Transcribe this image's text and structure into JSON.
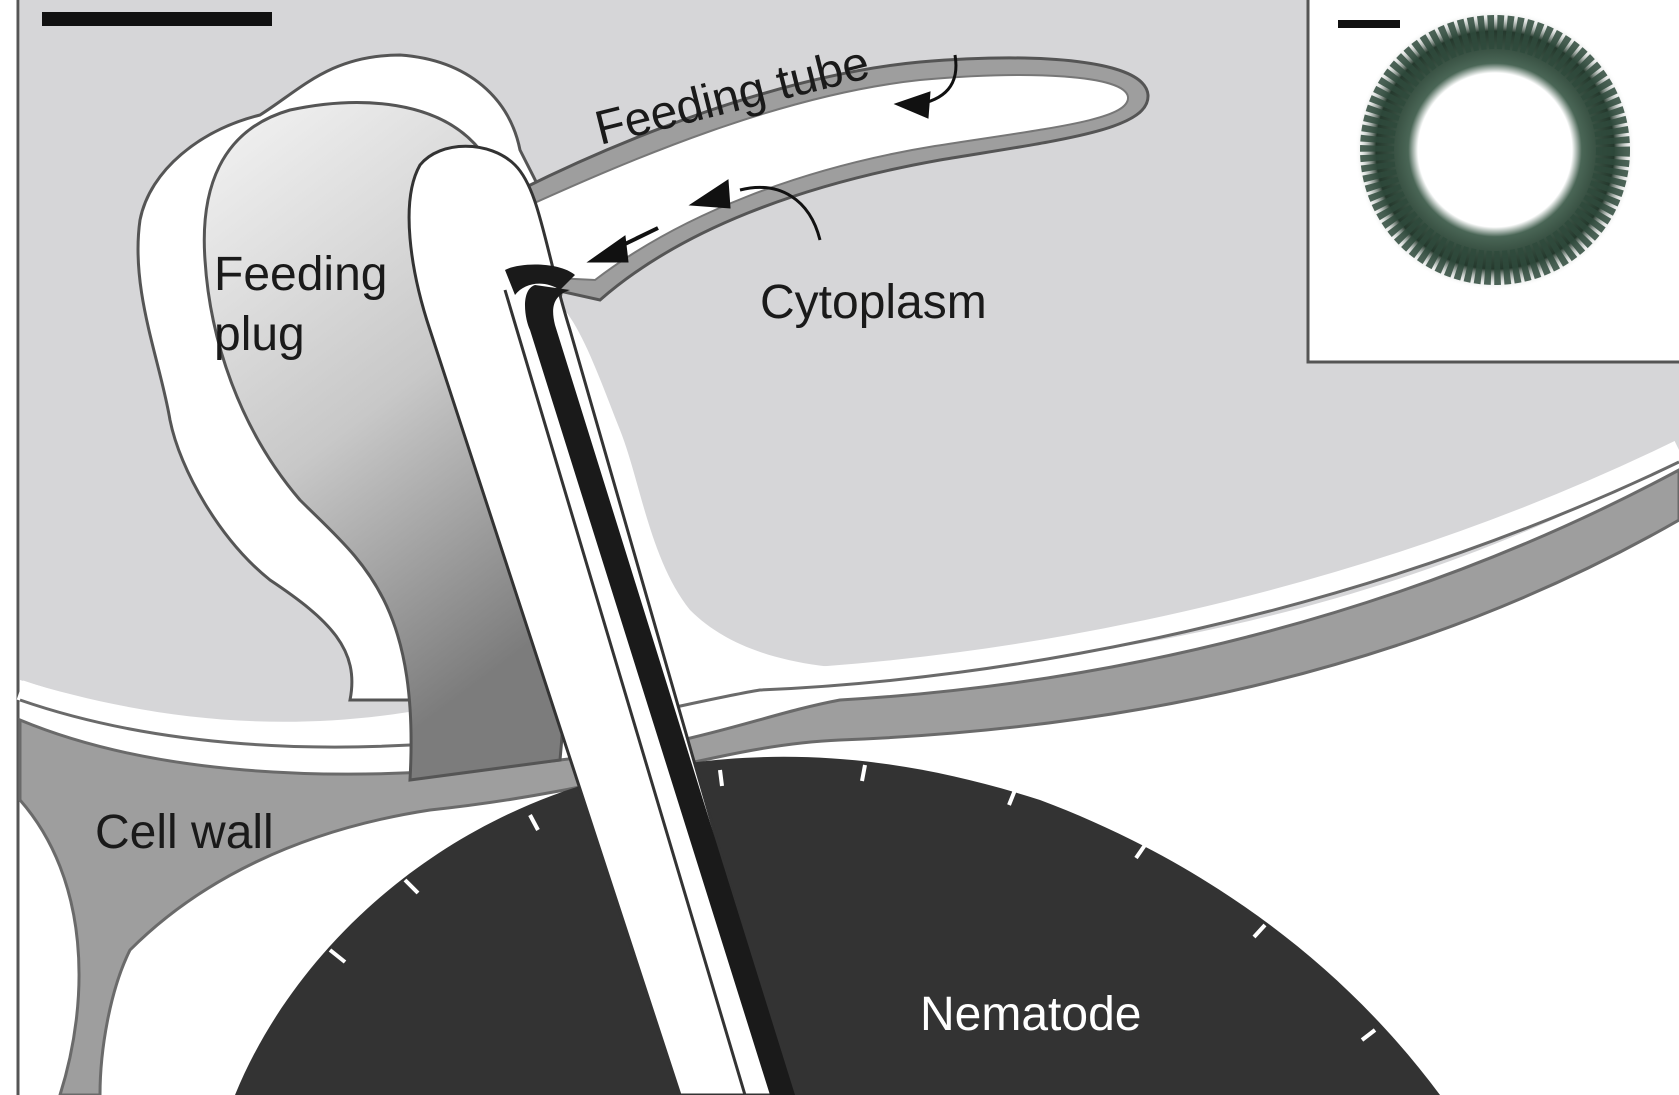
{
  "labels": {
    "feeding_tube": "Feeding tube",
    "feeding_plug_line1": "Feeding",
    "feeding_plug_line2": "plug",
    "cytoplasm": "Cytoplasm",
    "cell_wall": "Cell wall",
    "nematode": "Nematode"
  },
  "colors": {
    "cytoplasm_fill": "#d6d6d8",
    "cell_wall_fill": "#9e9e9e",
    "nematode_fill": "#333333",
    "stylet_dark": "#1a1a1a",
    "inset_ring": "#2f4a3c",
    "background": "#ffffff"
  }
}
